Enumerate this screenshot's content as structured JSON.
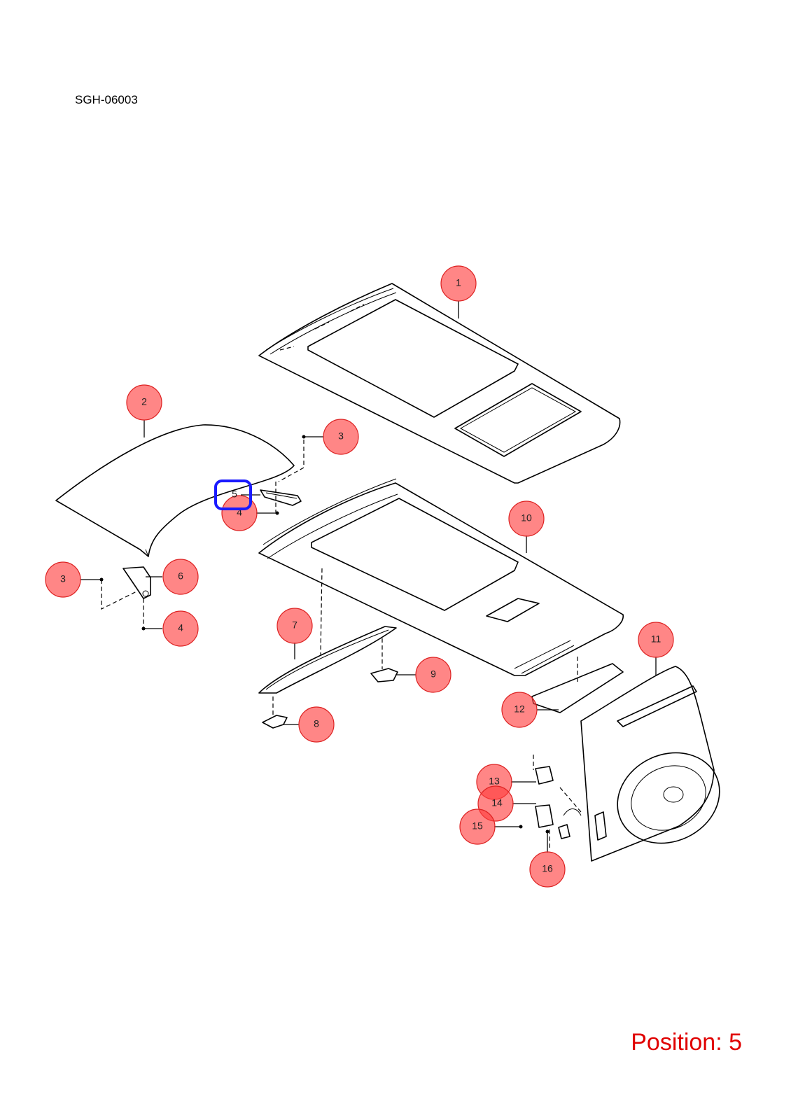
{
  "diagram": {
    "code": "SGH-06003",
    "position_label": "Position: 5",
    "selected_callout": "5"
  },
  "callouts": [
    {
      "id": "c1",
      "label": "1"
    },
    {
      "id": "c2",
      "label": "2"
    },
    {
      "id": "c3a",
      "label": "3"
    },
    {
      "id": "c3b",
      "label": "3"
    },
    {
      "id": "c4a",
      "label": "4"
    },
    {
      "id": "c4b",
      "label": "4"
    },
    {
      "id": "c5",
      "label": "5"
    },
    {
      "id": "c6",
      "label": "6"
    },
    {
      "id": "c7",
      "label": "7"
    },
    {
      "id": "c8",
      "label": "8"
    },
    {
      "id": "c9",
      "label": "9"
    },
    {
      "id": "c10",
      "label": "10"
    },
    {
      "id": "c11",
      "label": "11"
    },
    {
      "id": "c12",
      "label": "12"
    },
    {
      "id": "c13",
      "label": "13"
    },
    {
      "id": "c14",
      "label": "14"
    },
    {
      "id": "c15",
      "label": "15"
    },
    {
      "id": "c16",
      "label": "16"
    }
  ],
  "colors": {
    "callout_fill": "#ff3c3c",
    "selection_outline": "#1a1aff",
    "position_text": "#e00000"
  }
}
